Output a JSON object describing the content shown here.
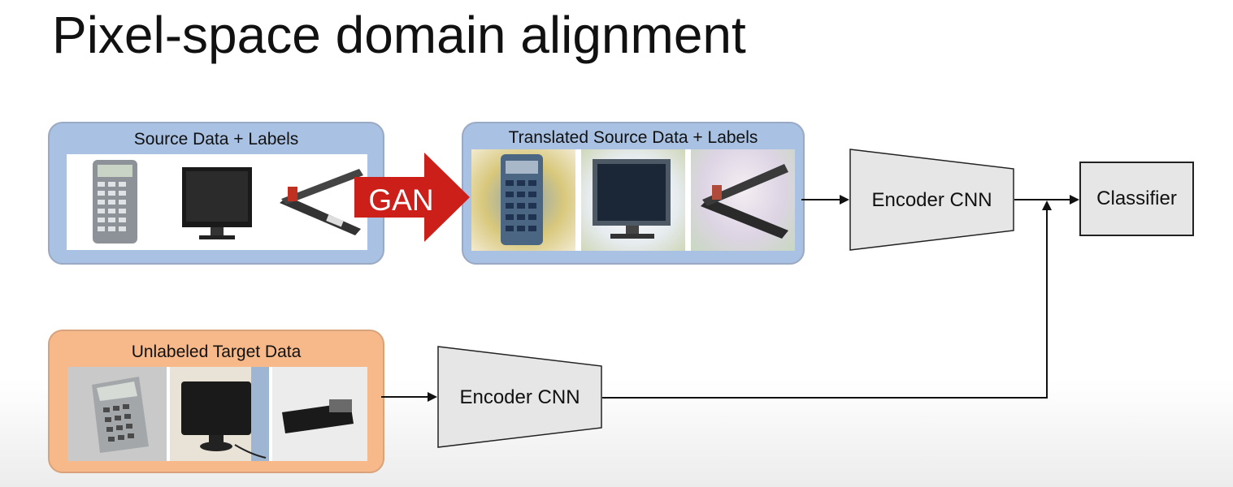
{
  "title": "Pixel-space domain alignment",
  "source_group": {
    "label": "Source Data + Labels"
  },
  "translated_group": {
    "label": "Translated Source Data + Labels"
  },
  "target_group": {
    "label": "Unlabeled Target Data"
  },
  "gan": {
    "label": "GAN"
  },
  "encoder_top": {
    "label": "Encoder CNN"
  },
  "encoder_bottom": {
    "label": "Encoder CNN"
  },
  "classifier": {
    "label": "Classifier"
  },
  "colors": {
    "source_fill": "#a9c1e2",
    "target_fill": "#f7b98a",
    "gan_arrow": "#cc1f1a",
    "encoder_fill": "#e6e6e6"
  }
}
